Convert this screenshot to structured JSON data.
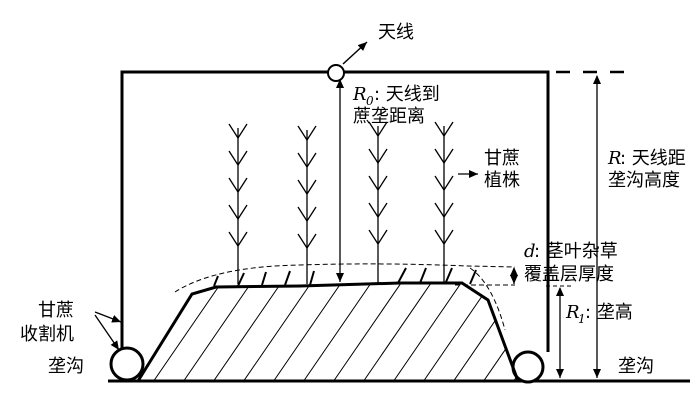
{
  "labels": {
    "antenna": "天线",
    "r0_symbol": "R",
    "r0_sub": "0",
    "r0_line1": ": 天线到",
    "r0_line2": "蔗垄距离",
    "plant_line1": "甘蔗",
    "plant_line2": "植株",
    "r_symbol": "R",
    "r_line1": ": 天线距",
    "r_line2": "垄沟高度",
    "d_symbol": "d",
    "d_line1": ": 茎叶杂草",
    "d_line2": "覆盖层厚度",
    "r1_symbol": "R",
    "r1_sub": "1",
    "r1_line1": ": 垄高",
    "harvester_line1": "甘蔗",
    "harvester_line2": "收割机",
    "furrow_left": "垄沟",
    "furrow_right": "垄沟"
  }
}
